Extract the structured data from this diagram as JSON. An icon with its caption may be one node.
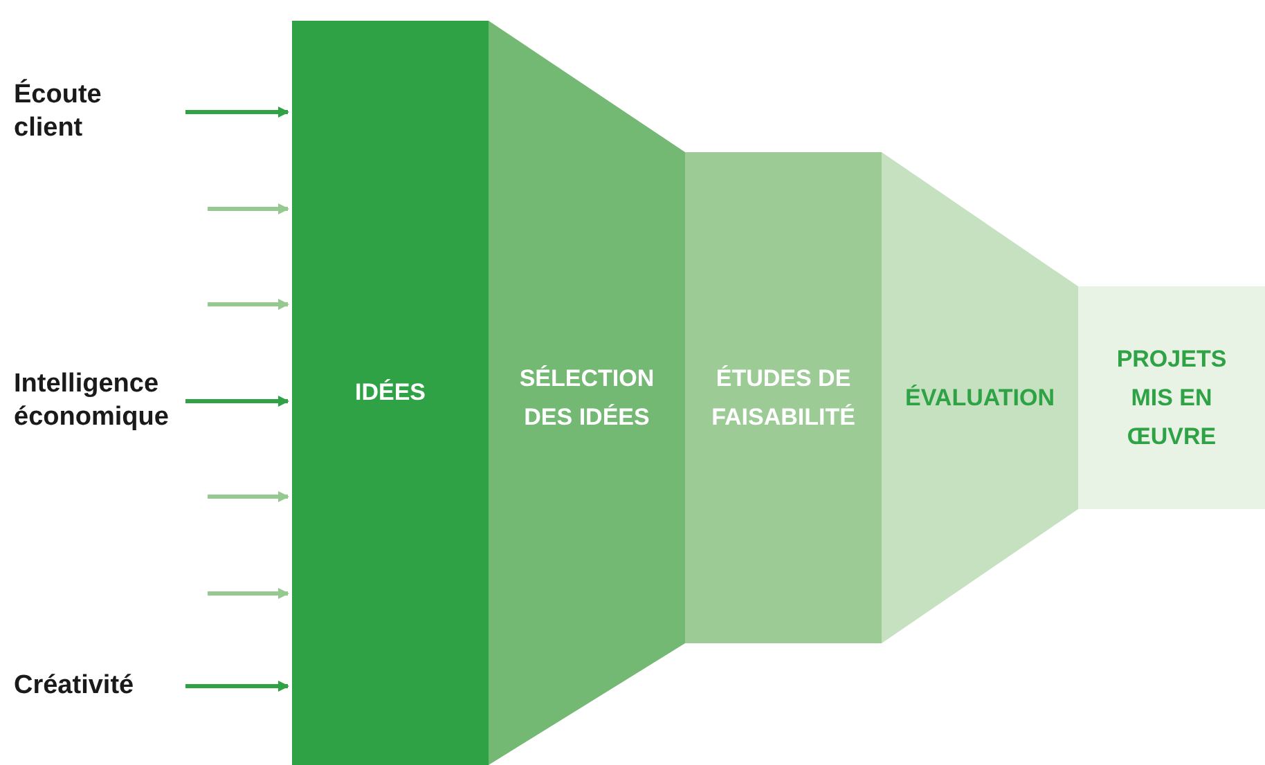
{
  "diagram": {
    "nodes": [
      {
        "text": [
          "Écoute client"
        ]
      },
      {
        "text": [
          "Intelligence économique"
        ]
      },
      {
        "text": [
          "Créativité"
        ]
      },
      {
        "text": [
          "IDÉES"
        ]
      },
      {
        "text": [
          "SÉLECTION DES IDÉES"
        ]
      },
      {
        "text": [
          "ÉTUDES DE FAISABILITÉ"
        ]
      },
      {
        "text": [
          "ÉVALUATION"
        ]
      },
      {
        "text": [
          "PROJETS MIS EN ŒUVRE"
        ]
      }
    ],
    "edges": [
      {
        "from": 0,
        "to": 3,
        "arrow": "to",
        "color": "#2ea244"
      },
      {
        "from": null,
        "to": 3,
        "arrow": "to",
        "color": "#94c98f"
      },
      {
        "from": null,
        "to": 3,
        "arrow": "to",
        "color": "#94c98f"
      },
      {
        "from": 1,
        "to": 3,
        "arrow": "to",
        "color": "#2ea244"
      },
      {
        "from": null,
        "to": 3,
        "arrow": "to",
        "color": "#94c98f"
      },
      {
        "from": null,
        "to": 3,
        "arrow": "to",
        "color": "#94c98f"
      },
      {
        "from": 2,
        "to": 3,
        "arrow": "to",
        "color": "#2ea244"
      }
    ]
  }
}
